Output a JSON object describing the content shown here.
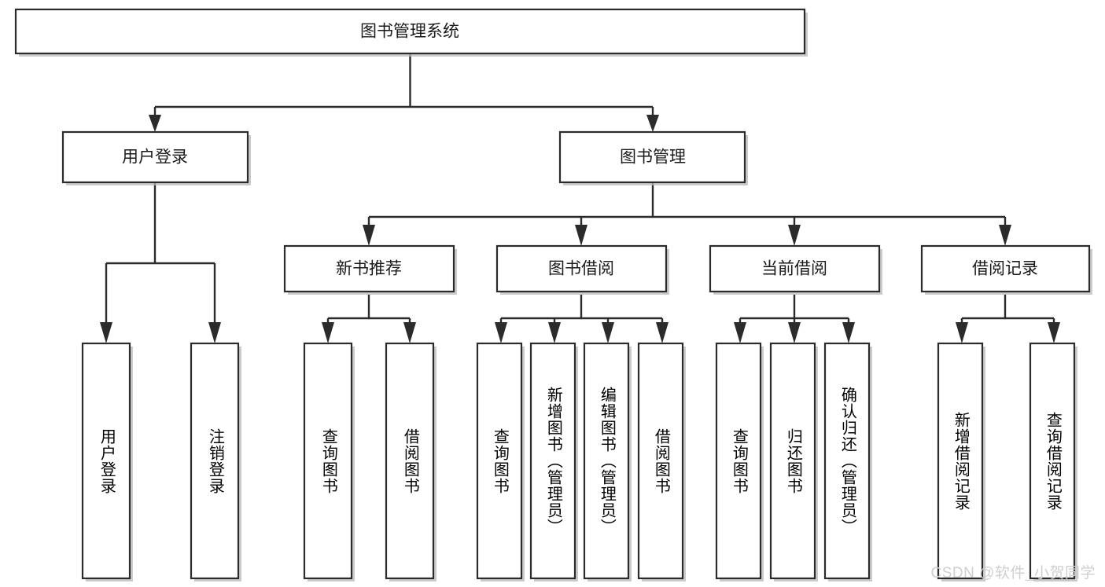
{
  "diagram": {
    "title": "图书管理系统",
    "watermark": "CSDN @软件_小贺同学",
    "colors": {
      "box_stroke": "#2b2b2b",
      "box_fill": "#ffffff",
      "connector": "#2b2b2b",
      "shadow": "#b9b9b9",
      "text": "#1a1a1a",
      "watermark": "#cfcfcf",
      "background": "#ffffff"
    },
    "root": {
      "label": "图书管理系统"
    },
    "level2": [
      {
        "label": "用户登录"
      },
      {
        "label": "图书管理"
      }
    ],
    "level3": [
      {
        "label": "新书推荐"
      },
      {
        "label": "图书借阅"
      },
      {
        "label": "当前借阅"
      },
      {
        "label": "借阅记录"
      }
    ],
    "leaves": {
      "user_login": [
        {
          "label": "用户登录"
        },
        {
          "label": "注销登录"
        }
      ],
      "new_book_recommend": [
        {
          "label": "查询图书"
        },
        {
          "label": "借阅图书"
        }
      ],
      "book_borrow": [
        {
          "label": "查询图书"
        },
        {
          "label": "新增图书（管理员）"
        },
        {
          "label": "编辑图书（管理员）"
        },
        {
          "label": "借阅图书"
        }
      ],
      "current_borrow": [
        {
          "label": "查询图书"
        },
        {
          "label": "归还图书"
        },
        {
          "label": "确认归还（管理员）"
        }
      ],
      "borrow_record": [
        {
          "label": "新增借阅记录"
        },
        {
          "label": "查询借阅记录"
        }
      ]
    }
  }
}
